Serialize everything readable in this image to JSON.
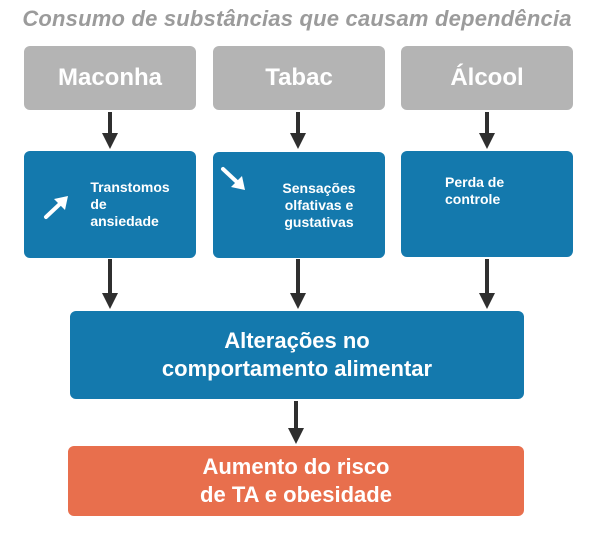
{
  "title": "Consumo de substâncias que causam dependência",
  "substances": [
    {
      "label": "Maconha"
    },
    {
      "label": "Tabac"
    },
    {
      "label": "Álcool"
    }
  ],
  "effects": [
    {
      "label": "Transtomos\nde\nansiedade",
      "icon": "arrow-up-right-icon"
    },
    {
      "label": "Sensações\nolfativas e\ngustativas",
      "icon": "arrow-down-right-icon"
    },
    {
      "label": "Perda de\ncontrole"
    }
  ],
  "middle": {
    "label": "Alterações no\ncomportamento alimentar"
  },
  "outcome": {
    "label": "Aumento do risco\nde TA e obesidade"
  },
  "colors": {
    "gray": "#b4b4b4",
    "blue": "#1479ad",
    "orange": "#e86f4d",
    "arrow": "#2f2f2f",
    "title": "#9b9b9b"
  }
}
